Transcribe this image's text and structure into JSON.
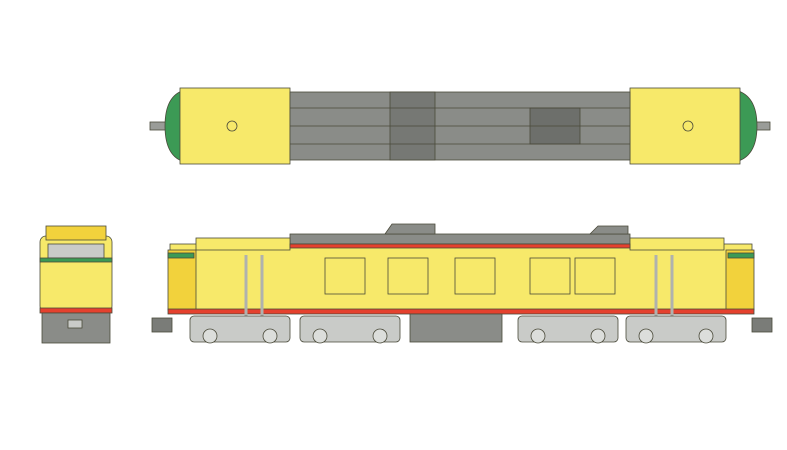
{
  "drawing": {
    "views": [
      "top-view",
      "front-view",
      "side-view"
    ],
    "colors": {
      "body_yellow": "#f7e96a",
      "nose_yellow": "#f2d23c",
      "roof_gray": "#8a8c88",
      "light_gray": "#c9cbc8",
      "red_stripe": "#e5412e",
      "green_cap": "#3c9a55",
      "outline": "#4a4a3a",
      "background": "#ffffff"
    }
  }
}
